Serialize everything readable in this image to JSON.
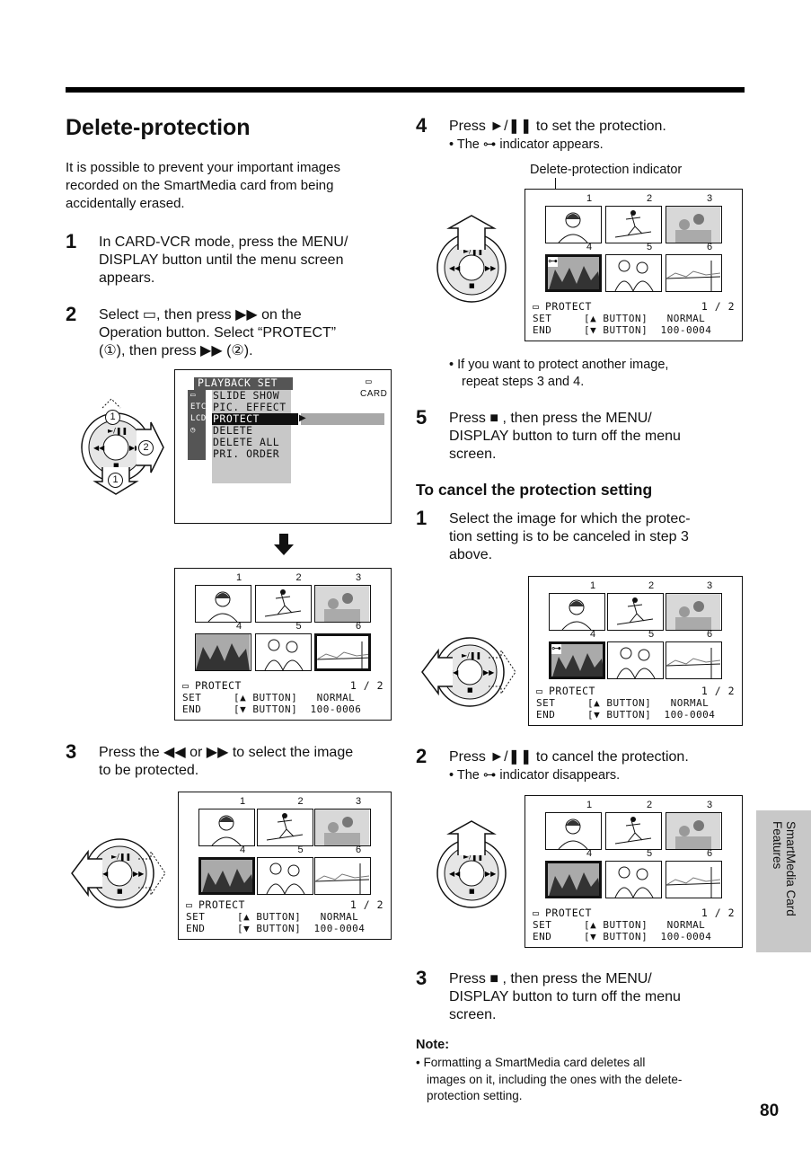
{
  "title": "Delete-protection",
  "intro": "It is possible to prevent your important images recorded on the SmartMedia card from being accidentally erased.",
  "left_steps": [
    {
      "num": "1",
      "lines": [
        "In CARD-VCR mode, press the MENU/",
        "DISPLAY button until the menu screen",
        "appears."
      ]
    },
    {
      "num": "2",
      "lines": [
        "Select ▭, then press ▶▶ on the",
        "Operation button. Select “PROTECT”",
        "(①), then press ▶▶ (②)."
      ]
    },
    {
      "num": "3",
      "lines": [
        "Press the ◀◀ or ▶▶ to select the image",
        "to be protected."
      ]
    }
  ],
  "right_steps": [
    {
      "num": "4",
      "lines": [
        "Press ►/❚❚ to set the protection."
      ],
      "bullet": "• The ⊶ indicator appears."
    },
    {
      "num": "5",
      "lines": [
        "Press  ■ , then press the MENU/",
        "DISPLAY button to turn off the menu",
        "screen."
      ]
    }
  ],
  "indicator_label": "Delete-protection indicator",
  "repeat_note": [
    "• If you want to protect another image,",
    "repeat steps 3 and 4."
  ],
  "cancel_heading": "To cancel the protection setting",
  "cancel_steps": [
    {
      "num": "1",
      "lines": [
        "Select the image for which the protec-",
        "tion setting is to be canceled in step 3",
        "above."
      ]
    },
    {
      "num": "2",
      "lines": [
        "Press ►/❚❚ to cancel the protection."
      ],
      "bullet": "• The ⊶ indicator disappears."
    },
    {
      "num": "3",
      "lines": [
        "Press  ■ , then press the MENU/",
        "DISPLAY button to turn off the menu",
        "screen."
      ]
    }
  ],
  "note_title": "Note:",
  "note_lines": [
    "• Formatting a SmartMedia card deletes all",
    "images on it, including the ones with the delete-",
    "protection setting."
  ],
  "menu": {
    "header": "PLAYBACK SET",
    "card_label": "CARD",
    "items": [
      "SLIDE SHOW",
      "PIC. EFFECT",
      "PROTECT",
      "DELETE",
      "DELETE ALL",
      "PRI. ORDER"
    ],
    "side_icons": [
      "▭",
      "ETC",
      "LCD",
      "◷"
    ]
  },
  "osd": {
    "protect": "PROTECT",
    "page": "1 / 2",
    "set_row": "SET     [▲ BUTTON]   NORMAL",
    "end_row_0006": "END     [▼ BUTTON]  100-0006",
    "end_row_0004": "END     [▼ BUTTON]  100-0004"
  },
  "thumb_numbers": [
    "1",
    "2",
    "3",
    "4",
    "5",
    "6"
  ],
  "circled": {
    "one": "1",
    "two": "2"
  },
  "tab_text": "SmartMedia Card Features",
  "page_number": "80"
}
